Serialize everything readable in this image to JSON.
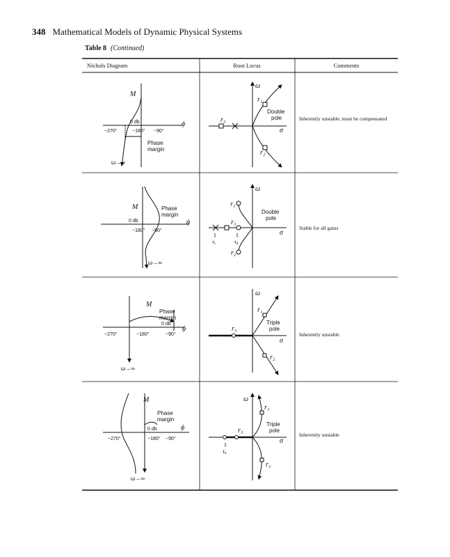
{
  "header": {
    "page_number": "348",
    "title": "Mathematical Models of Dynamic Physical Systems"
  },
  "table": {
    "caption": "Table 8",
    "caption_note": "(Continued)",
    "columns": [
      "Nichols Diagram",
      "Root Locus",
      "Comments"
    ],
    "rows": [
      {
        "nichols": {
          "M": "M",
          "zero_db": "0 db",
          "ticks": [
            "−270°",
            "−180°",
            "−90°"
          ],
          "phi": "ϕ",
          "phase": "Phase",
          "margin": "margin",
          "omega_inf": "ω→∞"
        },
        "root_locus": {
          "omega": "ω",
          "sigma": "σ",
          "r1": "r₁",
          "r2": "r₂",
          "r3": "r₃",
          "pole1": "Double",
          "pole2": "pole"
        },
        "comment": "Inherently unstable; must be compensated"
      },
      {
        "nichols": {
          "M": "M",
          "zero_db": "0 db",
          "ticks": [
            "−180°",
            "−90°"
          ],
          "phi": "ϕ",
          "phase": "Phase",
          "margin": "margin",
          "omega_inf": "ω→∞"
        },
        "root_locus": {
          "omega": "ω",
          "sigma": "σ",
          "r1": "r₁",
          "r2": "r₂",
          "r3": "r₃",
          "pole1": "Double",
          "pole2": "pole",
          "f1_num": "1",
          "f1_den": "τ₁",
          "f2_num": "1",
          "f2_den": "τₐ"
        },
        "comment": "Stable for all gains"
      },
      {
        "nichols": {
          "M": "M",
          "zero_db": "0 db",
          "ticks": [
            "−270°",
            "−180°",
            "−90°"
          ],
          "phi": "ϕ",
          "phase": "Phase",
          "margin": "margin",
          "omega_inf": "ω→∞"
        },
        "root_locus": {
          "omega": "ω",
          "sigma": "σ",
          "r1": "r₁",
          "r2": "r₂",
          "r3": "r₃",
          "pole1": "Triple",
          "pole2": "pole"
        },
        "comment": "Inherently unstable"
      },
      {
        "nichols": {
          "M": "M",
          "zero_db": "0 db",
          "ticks": [
            "−270°",
            "−180°",
            "−90°"
          ],
          "phi": "ϕ",
          "phase": "Phase",
          "margin": "margin",
          "omega_inf": "ω→∞"
        },
        "root_locus": {
          "omega": "ω",
          "sigma": "σ",
          "r1": "r₁",
          "r2": "r₂",
          "r3": "r₃",
          "pole1": "Triple",
          "pole2": "pole",
          "f1_num": "1",
          "f1_den": "τₐ"
        },
        "comment": "Inherently unstable"
      }
    ]
  }
}
